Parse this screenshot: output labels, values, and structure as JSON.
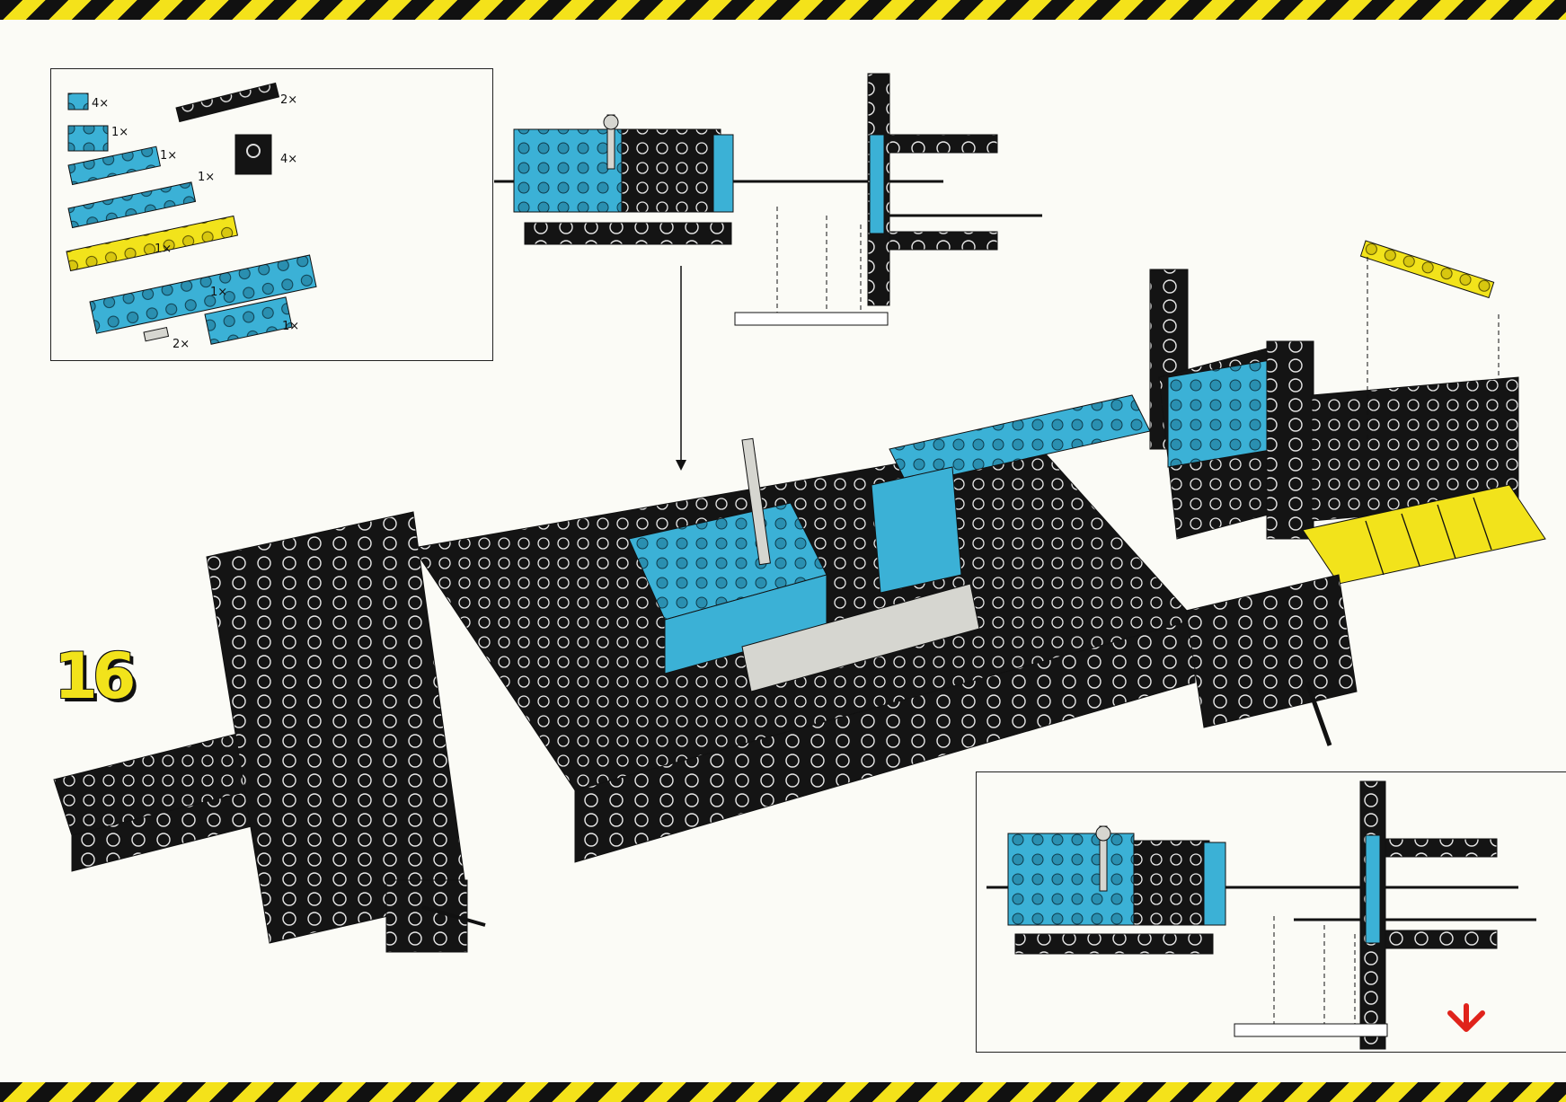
{
  "step_number": "16",
  "parts_list": [
    {
      "qty": "4×",
      "icon": "blue-plate-1x2"
    },
    {
      "qty": "2×",
      "icon": "black-plate-1x6"
    },
    {
      "qty": "1×",
      "icon": "blue-plate-2x2"
    },
    {
      "qty": "4×",
      "icon": "black-brick-1x1-hole"
    },
    {
      "qty": "1×",
      "icon": "blue-plate-1x4"
    },
    {
      "qty": "1×",
      "icon": "blue-plate-1x6"
    },
    {
      "qty": "1×",
      "icon": "yellow-plate-1x8"
    },
    {
      "qty": "1×",
      "icon": "blue-plate-2x10"
    },
    {
      "qty": "1×",
      "icon": "blue-plate-2x4"
    },
    {
      "qty": "2×",
      "icon": "grey-pin"
    }
  ],
  "colors": {
    "blue": "#3bb1d6",
    "black": "#141414",
    "yellow": "#f2e31b",
    "grey": "#d6d6d0",
    "red": "#e0231b"
  }
}
